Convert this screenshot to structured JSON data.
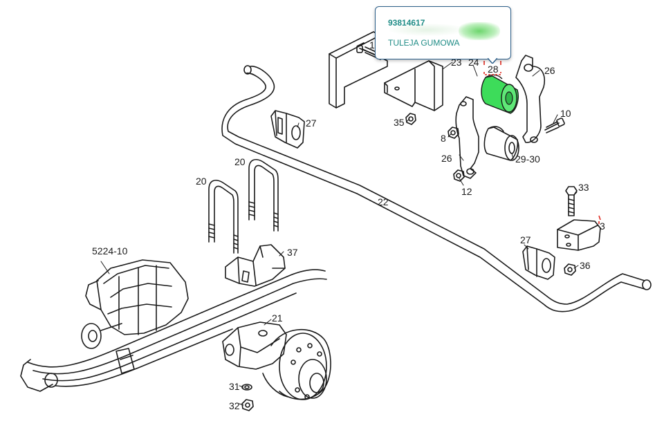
{
  "tooltip": {
    "part_number": "93814617",
    "description": "TULEJA GUMOWA"
  },
  "callouts": [
    {
      "id": "c1",
      "text": "1"
    },
    {
      "id": "c23",
      "text": "23"
    },
    {
      "id": "c24",
      "text": "24"
    },
    {
      "id": "c28",
      "text": "28"
    },
    {
      "id": "c26a",
      "text": "26"
    },
    {
      "id": "c10",
      "text": "10"
    },
    {
      "id": "c27a",
      "text": "27"
    },
    {
      "id": "c35",
      "text": "35"
    },
    {
      "id": "c8",
      "text": "8"
    },
    {
      "id": "c26b",
      "text": "26"
    },
    {
      "id": "c2930",
      "text": "29-30"
    },
    {
      "id": "c12",
      "text": "12"
    },
    {
      "id": "c20a",
      "text": "20"
    },
    {
      "id": "c20b",
      "text": "20"
    },
    {
      "id": "c33",
      "text": "33"
    },
    {
      "id": "c22",
      "text": "22"
    },
    {
      "id": "c3",
      "text": "3"
    },
    {
      "id": "c5224",
      "text": "5224-10"
    },
    {
      "id": "c37",
      "text": "37"
    },
    {
      "id": "c27b",
      "text": "27"
    },
    {
      "id": "c36",
      "text": "36"
    },
    {
      "id": "c21",
      "text": "21"
    },
    {
      "id": "c31",
      "text": "31"
    },
    {
      "id": "c32",
      "text": "32"
    }
  ],
  "colors": {
    "line": "#1a1a1a",
    "highlight": "#3ddc5a",
    "tooltip_border": "#2c5f8a",
    "tooltip_text": "#1f8c86",
    "selection_marker": "#e0281e"
  }
}
